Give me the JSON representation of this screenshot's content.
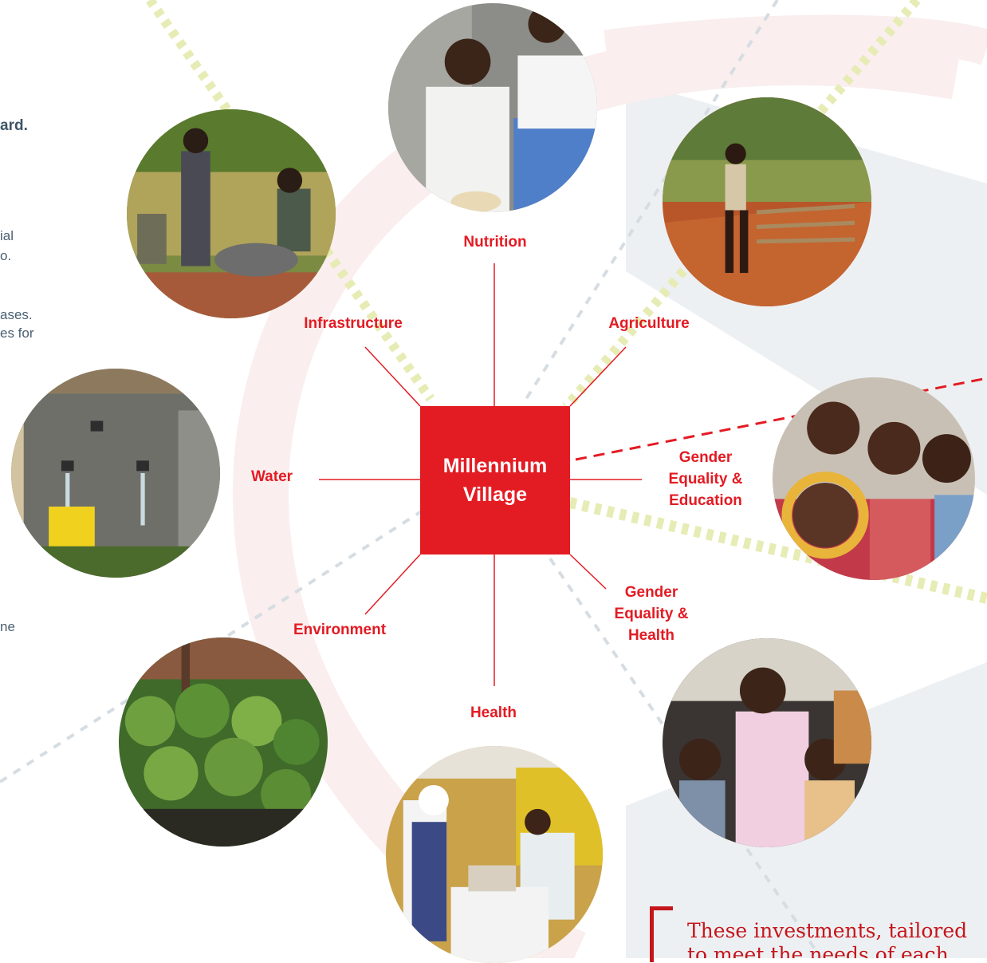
{
  "center": {
    "line1": "Millennium",
    "line2": "Village"
  },
  "labels": {
    "nutrition": "Nutrition",
    "agriculture": "Agriculture",
    "infrastructure": "Infrastructure",
    "water": "Water",
    "gender_education": [
      "Gender",
      "Equality &",
      "Education"
    ],
    "gender_health": [
      "Gender",
      "Equality &",
      "Health"
    ],
    "environment": "Environment",
    "health": "Health"
  },
  "left_fragments": {
    "heading": "ard.",
    "lines": [
      "ial",
      "o.",
      "ases.",
      "es for",
      "ne"
    ]
  },
  "quote": {
    "line1": "These investments, tailored",
    "line2": "to meet the needs of each"
  },
  "colors": {
    "accent_red": "#e31b23",
    "text_slate": "#4a5f70",
    "pale_green": "#e6ecb4",
    "pale_gray": "#e8ecef"
  }
}
